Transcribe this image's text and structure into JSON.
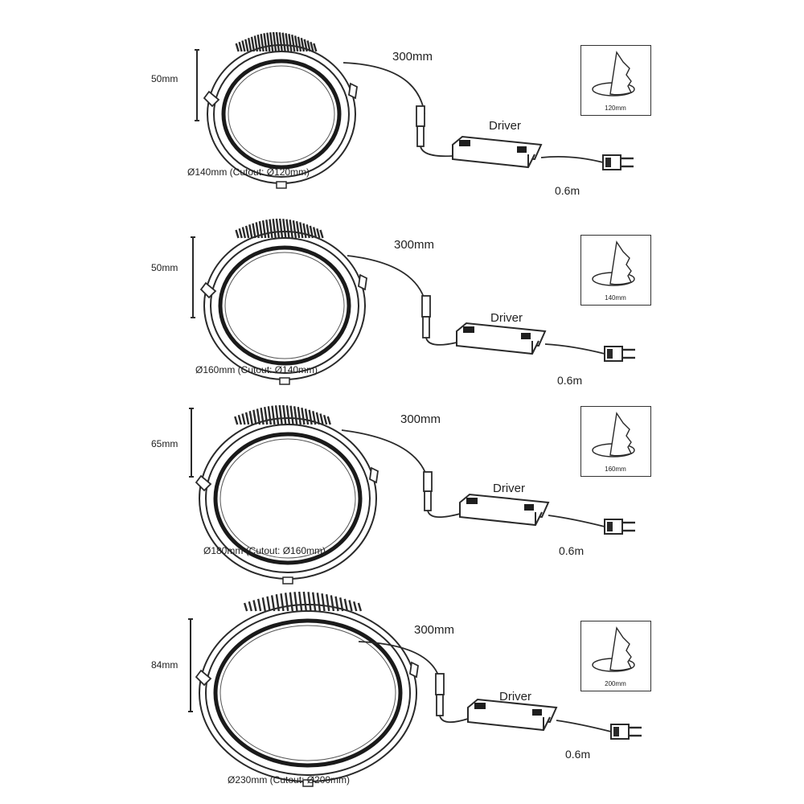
{
  "labels": {
    "driver": "Driver",
    "cable_length": "300mm",
    "cord_length": "0.6m"
  },
  "models": [
    {
      "height": "50mm",
      "diameter": "Ø140mm (Cutout: Ø120mm)",
      "cutout": "120mm"
    },
    {
      "height": "50mm",
      "diameter": "Ø160mm (Cutout: Ø140mm)",
      "cutout": "140mm"
    },
    {
      "height": "65mm",
      "diameter": "Ø180mm (Cutout: Ø160mm)",
      "cutout": "160mm"
    },
    {
      "height": "84mm",
      "diameter": "Ø230mm (Cutout: Ø200mm)",
      "cutout": "200mm"
    }
  ],
  "icons": [
    "downlight-icon",
    "connector-icon",
    "driver-box-icon",
    "plug-icon",
    "cutout-icon"
  ]
}
